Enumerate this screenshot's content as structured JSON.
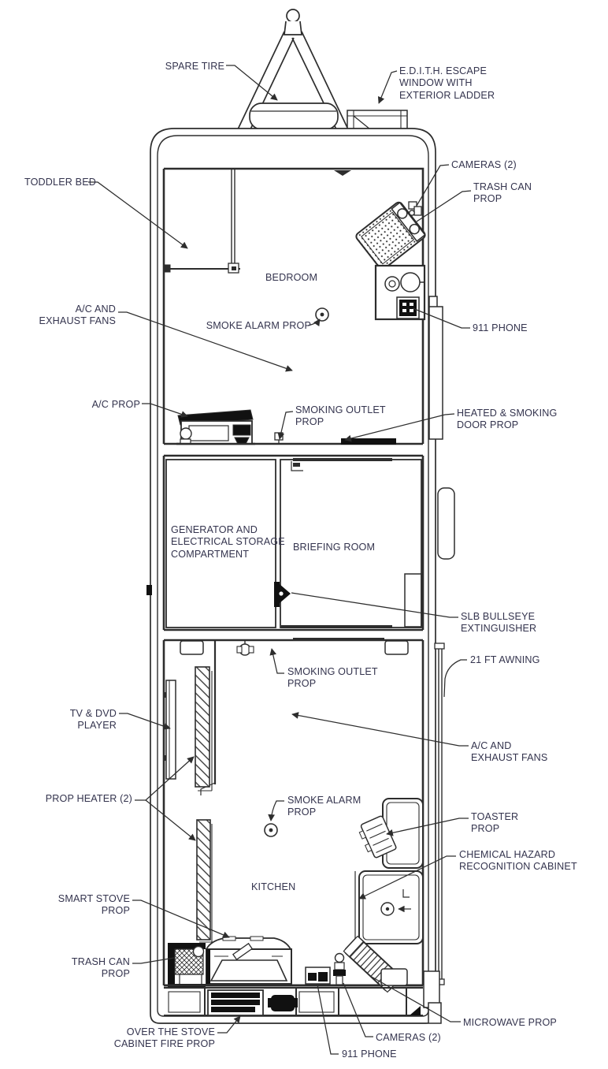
{
  "colors": {
    "line": "#2d2d2d",
    "text": "#34344e",
    "fill_dark": "#111111"
  },
  "labels": {
    "spare_tire": "SPARE TIRE",
    "edith_window": "E.D.I.T.H. ESCAPE\nWINDOW WITH\nEXTERIOR LADDER",
    "toddler_bed": "TODDLER BED",
    "cameras_top": "CAMERAS (2)",
    "trash_can_top": "TRASH CAN\nPROP",
    "bedroom": "BEDROOM",
    "smoke_alarm_bedroom": "SMOKE ALARM PROP",
    "phone_911_bedroom": "911 PHONE",
    "ac_exhaust_bedroom": "A/C AND\nEXHAUST FANS",
    "ac_prop": "A/C PROP",
    "smoking_outlet_bedroom": "SMOKING OUTLET\nPROP",
    "heated_smoking_door": "HEATED & SMOKING\nDOOR PROP",
    "generator_compartment": "GENERATOR AND\nELECTRICAL STORAGE\nCOMPARTMENT",
    "briefing_room": "BRIEFING ROOM",
    "slb_extinguisher": "SLB BULLSEYE\nEXTINGUISHER",
    "awning": "21 FT AWNING",
    "smoking_outlet_kitchen": "SMOKING OUTLET\nPROP",
    "tv_dvd": "TV & DVD\nPLAYER",
    "prop_heater": "PROP HEATER (2)",
    "ac_exhaust_kitchen": "A/C AND\nEXHAUST FANS",
    "smoke_alarm_kitchen": "SMOKE ALARM\nPROP",
    "toaster": "TOASTER\nPROP",
    "chemical_cabinet": "CHEMICAL HAZARD\nRECOGNITION CABINET",
    "kitchen": "KITCHEN",
    "smart_stove": "SMART STOVE\nPROP",
    "trash_can_kitchen": "TRASH CAN\nPROP",
    "over_stove_fire": "OVER THE STOVE\nCABINET FIRE PROP",
    "phone_911_kitchen": "911 PHONE",
    "cameras_kitchen": "CAMERAS (2)",
    "microwave": "MICROWAVE PROP"
  }
}
